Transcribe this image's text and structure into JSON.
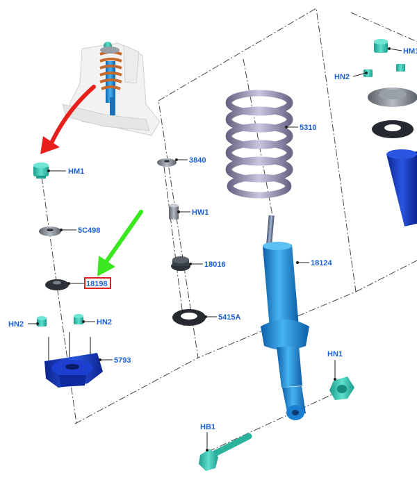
{
  "callouts": {
    "hm1": "HM1",
    "c5c498": "5C498",
    "c18198": "18198",
    "hn2_left": "HN2",
    "hn2_right": "HN2",
    "c5793": "5793",
    "c3840": "3840",
    "hw1": "HW1",
    "c18016": "18016",
    "c5415a": "5415A",
    "c5310": "5310",
    "c18124": "18124",
    "hn1": "HN1",
    "hb1": "HB1",
    "hn2_top": "HN2",
    "hm1_top": "HM1"
  },
  "colors": {
    "callout_text": "#1a5fd6",
    "highlight_box": "#e02020",
    "red_arrow": "#e8201c",
    "green_arrow": "#39e81f",
    "hardware_teal": "#34c9b2",
    "mount_blue": "#1436b8",
    "shock_blue": "#1f86d6",
    "spring_gray": "#8a86a6",
    "washer_dark": "#2c3138"
  },
  "icons": [
    "vehicle-thumbnail",
    "red-arrow",
    "green-arrow"
  ]
}
